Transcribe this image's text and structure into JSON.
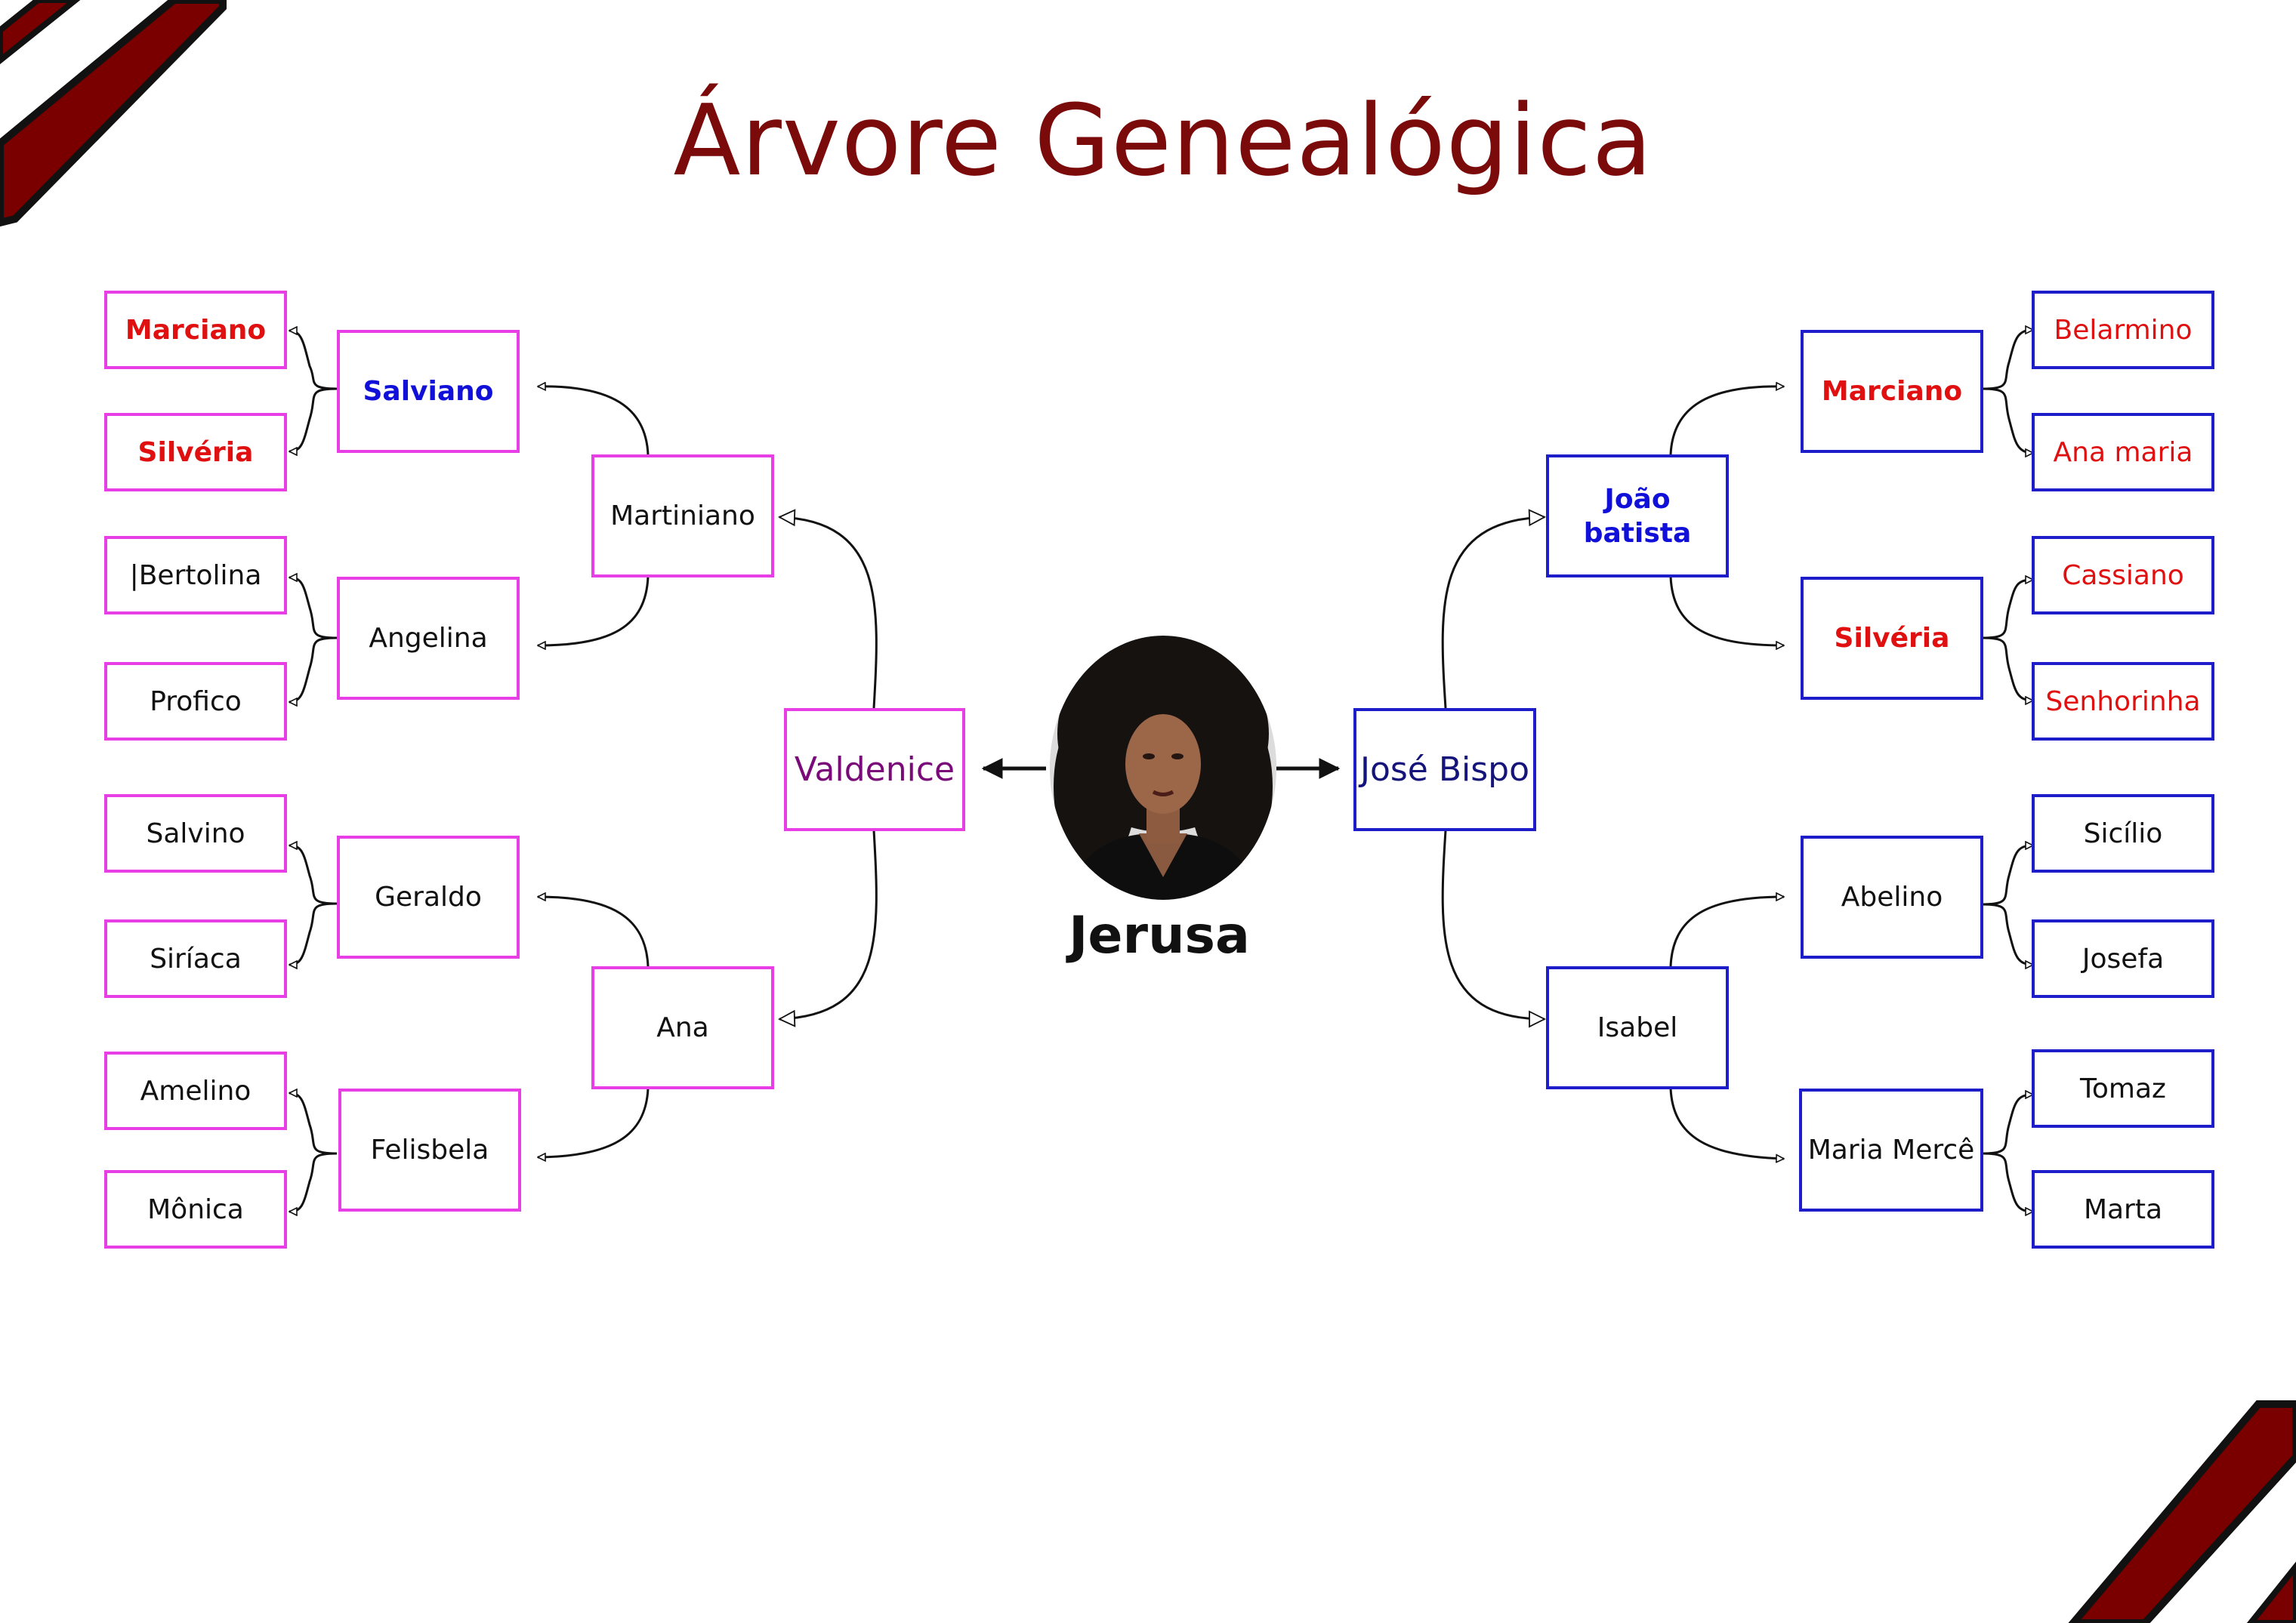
{
  "title": "Árvore Genealógica",
  "person": {
    "name": "Jerusa"
  },
  "maternal": {
    "parent": "Valdenice",
    "grandparents": [
      "Martiniano",
      "Ana"
    ],
    "great_grandparents": [
      "Salviano",
      "Angelina",
      "Geraldo",
      "Felisbela"
    ],
    "great_great_grandparents": [
      "Marciano",
      "Silvéria",
      "|Bertolina",
      "Profico",
      "Salvino",
      "Siríaca",
      "Amelino",
      "Mônica"
    ]
  },
  "paternal": {
    "parent": "José Bispo",
    "grandparents": [
      "João batista",
      "Isabel"
    ],
    "great_grandparents": [
      "Marciano",
      "Silvéria",
      "Abelino",
      "Maria Mercê"
    ],
    "great_great_grandparents": [
      "Belarmino",
      "Ana maria",
      "Cassiano",
      "Senhorinha",
      "Sicílio",
      "Josefa",
      "Tomaz",
      "Marta"
    ]
  },
  "colors": {
    "title": "#7b0a0a",
    "maternal_border": "#e83ee6",
    "paternal_border": "#1d1dc9",
    "highlight_red": "#e01010",
    "highlight_blue": "#1010d8",
    "decor_dark_red": "#7a0000"
  }
}
